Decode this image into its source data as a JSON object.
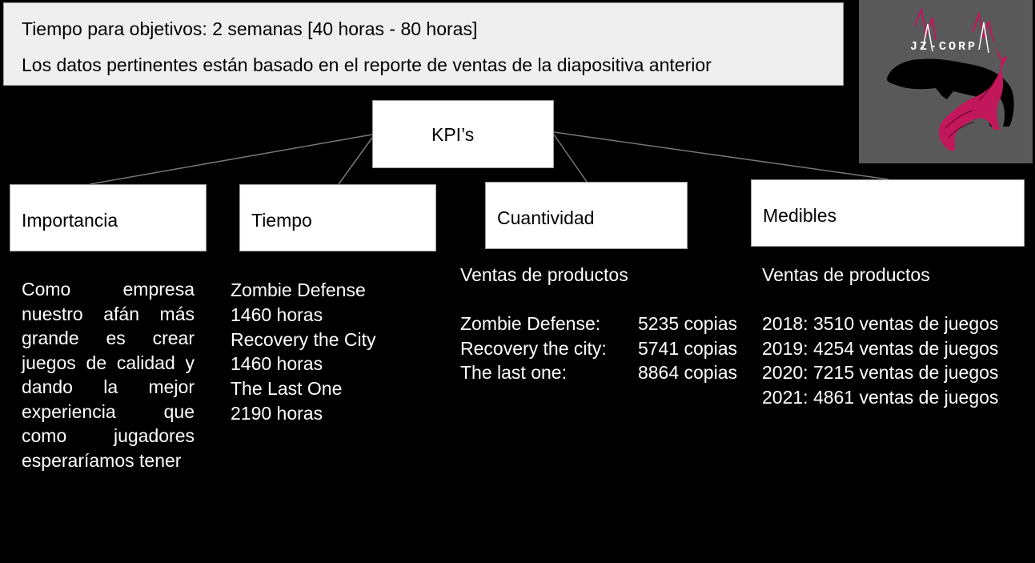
{
  "header": {
    "line1": "Tiempo para objetivos: 2 semanas [40 horas - 80 horas]",
    "line2": "Los datos pertinentes están basado en el reporte de ventas de la diapositiva anterior"
  },
  "logo": {
    "text": "JZ-CORP",
    "icon": "jaguar-fox-logo"
  },
  "root": {
    "label": "KPI’s"
  },
  "categories": {
    "importancia": "Importancia",
    "tiempo": "Tiempo",
    "cuantividad": "Cuantividad",
    "medibles": "Medibles"
  },
  "importancia_text": "Como empresa nuestro afán más grande es crear juegos de calidad y dando la mejor experiencia que como jugadores esperaríamos tener",
  "tiempo_items": [
    "Zombie Defense",
    "1460 horas",
    "Recovery the City",
    "1460 horas",
    "The Last One",
    "2190 horas"
  ],
  "cuantividad": {
    "title": "Ventas de productos",
    "rows": [
      {
        "name": "Zombie Defense:",
        "value": "5235 copias"
      },
      {
        "name": "Recovery the city:",
        "value": "5741 copias"
      },
      {
        "name": "The last one:",
        "value": "8864 copias"
      }
    ]
  },
  "medibles": {
    "title": "Ventas de productos",
    "rows": [
      "2018: 3510 ventas de juegos",
      "2019: 4254 ventas de juegos",
      "2020: 7215 ventas de juegos",
      "2021: 4861 ventas de juegos"
    ]
  },
  "colors": {
    "background": "#000000",
    "header_bg": "#efefef",
    "box_bg": "#ffffff",
    "logo_bg": "#595959",
    "logo_accent": "#c2185b"
  }
}
